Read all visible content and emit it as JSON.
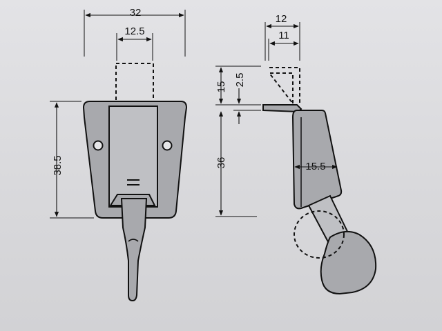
{
  "front_view": {
    "dim_width_total": "32",
    "dim_width_slot": "12.5",
    "dim_height": "38.5"
  },
  "side_view": {
    "dim_depth_top": "12",
    "dim_depth_inner": "11",
    "dim_upper": "15",
    "dim_lip": "2.5",
    "dim_height": "36",
    "dim_body_depth": "15.5"
  }
}
